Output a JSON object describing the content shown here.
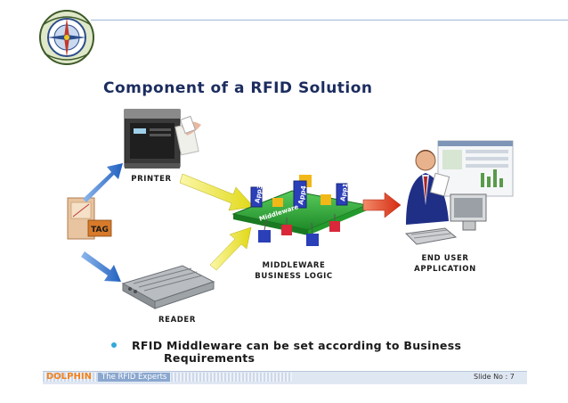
{
  "title": "Component of a RFID Solution",
  "labels": {
    "printer": "PRINTER",
    "reader": "READER",
    "tag": "TAG",
    "middleware_line1": "MIDDLEWARE",
    "middleware_line2": "BUSINESS LOGIC",
    "enduser_line1": "END USER",
    "enduser_line2": "APPLICATION"
  },
  "apps": [
    "App3",
    "App4",
    "App1"
  ],
  "middleware_label": "Middleware",
  "bullet": {
    "line1": "RFID Middleware can be set according to Business",
    "line2": "Requirements"
  },
  "footer": {
    "brand": "DOLPHIN",
    "tagline": "The RFID Experts",
    "slide": "Slide No : 7"
  },
  "colors": {
    "title": "#1b2c5e",
    "arrow_blue": "#2f73c9",
    "arrow_yellow": "#e9e21c",
    "arrow_red": "#e0341c",
    "board_green": "#2faa3a",
    "bullet": "#33a8d8",
    "footer_brand": "#f2821e"
  }
}
